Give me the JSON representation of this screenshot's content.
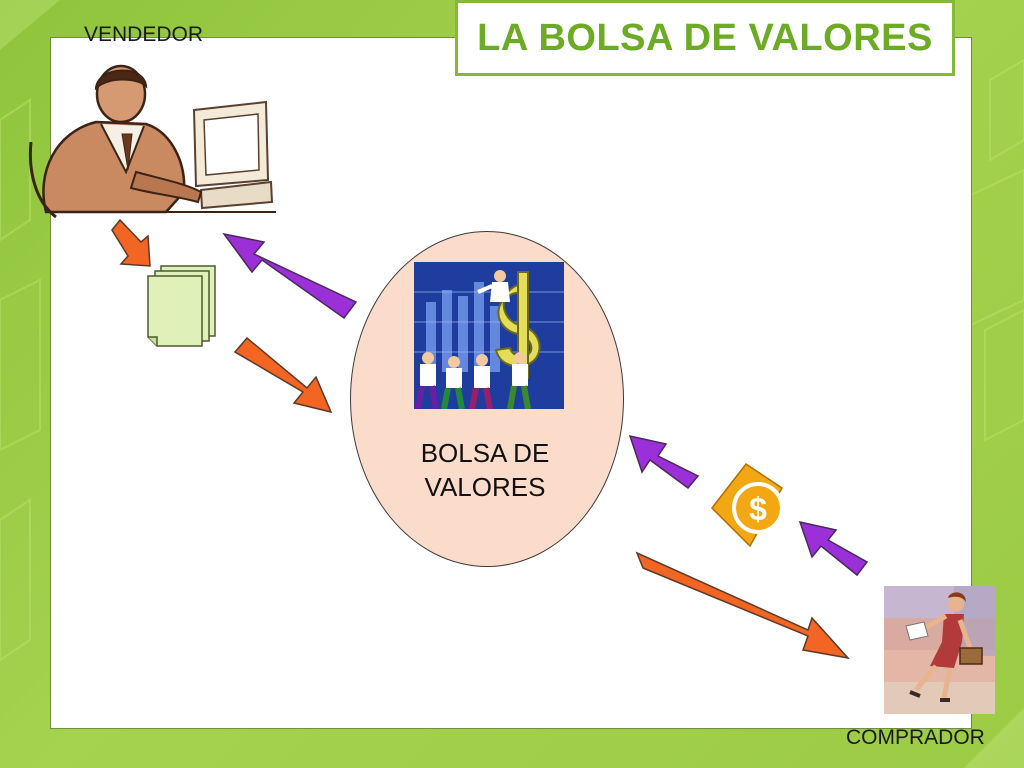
{
  "slide": {
    "title": "LA BOLSA DE VALORES",
    "seller_label": "VENDEDOR",
    "buyer_label": "COMPRADOR",
    "exchange_line1": "BOLSA DE",
    "exchange_line2": "VALORES"
  },
  "colors": {
    "background": "#9ccb45",
    "title": "#6cab23",
    "orange_arrow": "#f26522",
    "purple_arrow": "#9b30d9",
    "ellipse_fill": "#fbdccb",
    "documents": "#dff0b8",
    "money_icon": "#f3a712"
  },
  "icons": [
    "seller-clipart-icon",
    "documents-icon",
    "stock-exchange-clipart-icon",
    "money-icon",
    "buyer-clipart-icon"
  ]
}
